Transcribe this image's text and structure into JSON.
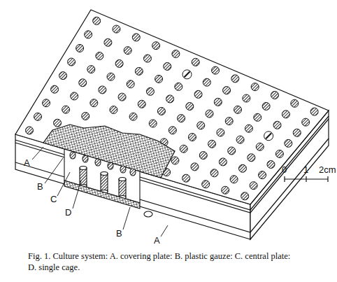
{
  "diagram": {
    "caption": "Fig. 1. Culture system: A. covering plate: B. plastic gauze: C. central plate: D. single cage.",
    "labels": [
      "A",
      "B",
      "C",
      "D",
      "B",
      "A",
      "0",
      "1",
      "2cm"
    ]
  }
}
